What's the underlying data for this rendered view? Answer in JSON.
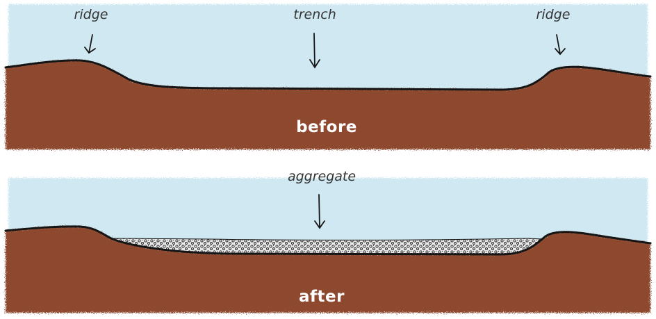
{
  "before": {
    "caption": "before",
    "labels": {
      "left_ridge": "ridge",
      "trench": "trench",
      "right_ridge": "ridge"
    }
  },
  "after": {
    "caption": "after",
    "labels": {
      "aggregate": "aggregate"
    }
  },
  "colors": {
    "sky": "#cfe8f1",
    "soil": "#8b4229",
    "soil_dark": "#7a3820",
    "outline": "#151515",
    "aggregate_fill": "#e9e9e9",
    "caption_text": "#ffffff",
    "label_text": "#333333"
  }
}
